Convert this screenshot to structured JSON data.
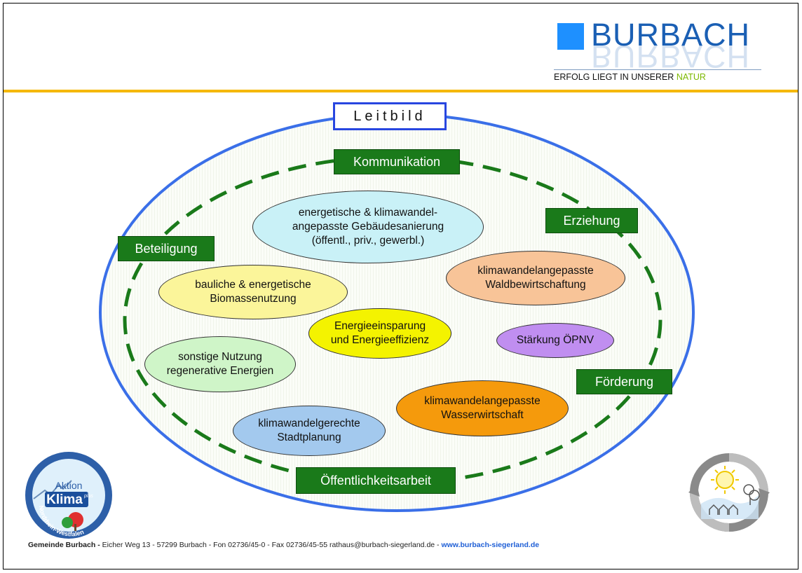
{
  "brand": {
    "name": "BURBACH",
    "slogan_prefix": "ERFOLG LIEGT IN UNSERER ",
    "slogan_highlight": "NATUR"
  },
  "diagram": {
    "title": "Leitbild",
    "ring_labels": {
      "top": "Kommunikation",
      "left": "Beteiligung",
      "right_top": "Erziehung",
      "right_bottom": "Förderung",
      "bottom": "Öffentlichkeitsarbeit"
    },
    "topics": [
      {
        "id": "gebaeude",
        "text": "energetische & klimawandel-\nangepasste  Gebäudesanierung\n(öffentl., priv., gewerbl.)",
        "color": "#c9f1f7"
      },
      {
        "id": "biomasse",
        "text": "bauliche & energetische\nBiomassenutzung",
        "color": "#fbf59a"
      },
      {
        "id": "wald",
        "text": "klimawandelangepasste\nWaldbewirtschaftung",
        "color": "#f8c498"
      },
      {
        "id": "energie",
        "text": "Energieeinsparung\nund Energieeffizienz",
        "color": "#f4f300"
      },
      {
        "id": "oepnv",
        "text": "Stärkung ÖPNV",
        "color": "#c08ef0"
      },
      {
        "id": "regenerativ",
        "text": "sonstige Nutzung\nregenerative Energien",
        "color": "#cff5c8"
      },
      {
        "id": "wasser",
        "text": "klimawandelangepasste\nWasserwirtschaft",
        "color": "#f59a0c"
      },
      {
        "id": "stadt",
        "text": "klimawandelgerechte\nStadtplanung",
        "color": "#a3c9ee"
      }
    ]
  },
  "logos": {
    "klima": {
      "line1": "Aktion",
      "line2": "Klima",
      "sup": "plus",
      "arc": "Nordrhein-Westfalen"
    }
  },
  "footer": {
    "org": "Gemeinde Burbach - ",
    "address": "Eicher Weg 13 - 57299 Burbach - Fon 02736/45-0 - Fax 02736/45-55 rathaus@burbach-siegerland.de - ",
    "web": "www.burbach-siegerland.de"
  }
}
